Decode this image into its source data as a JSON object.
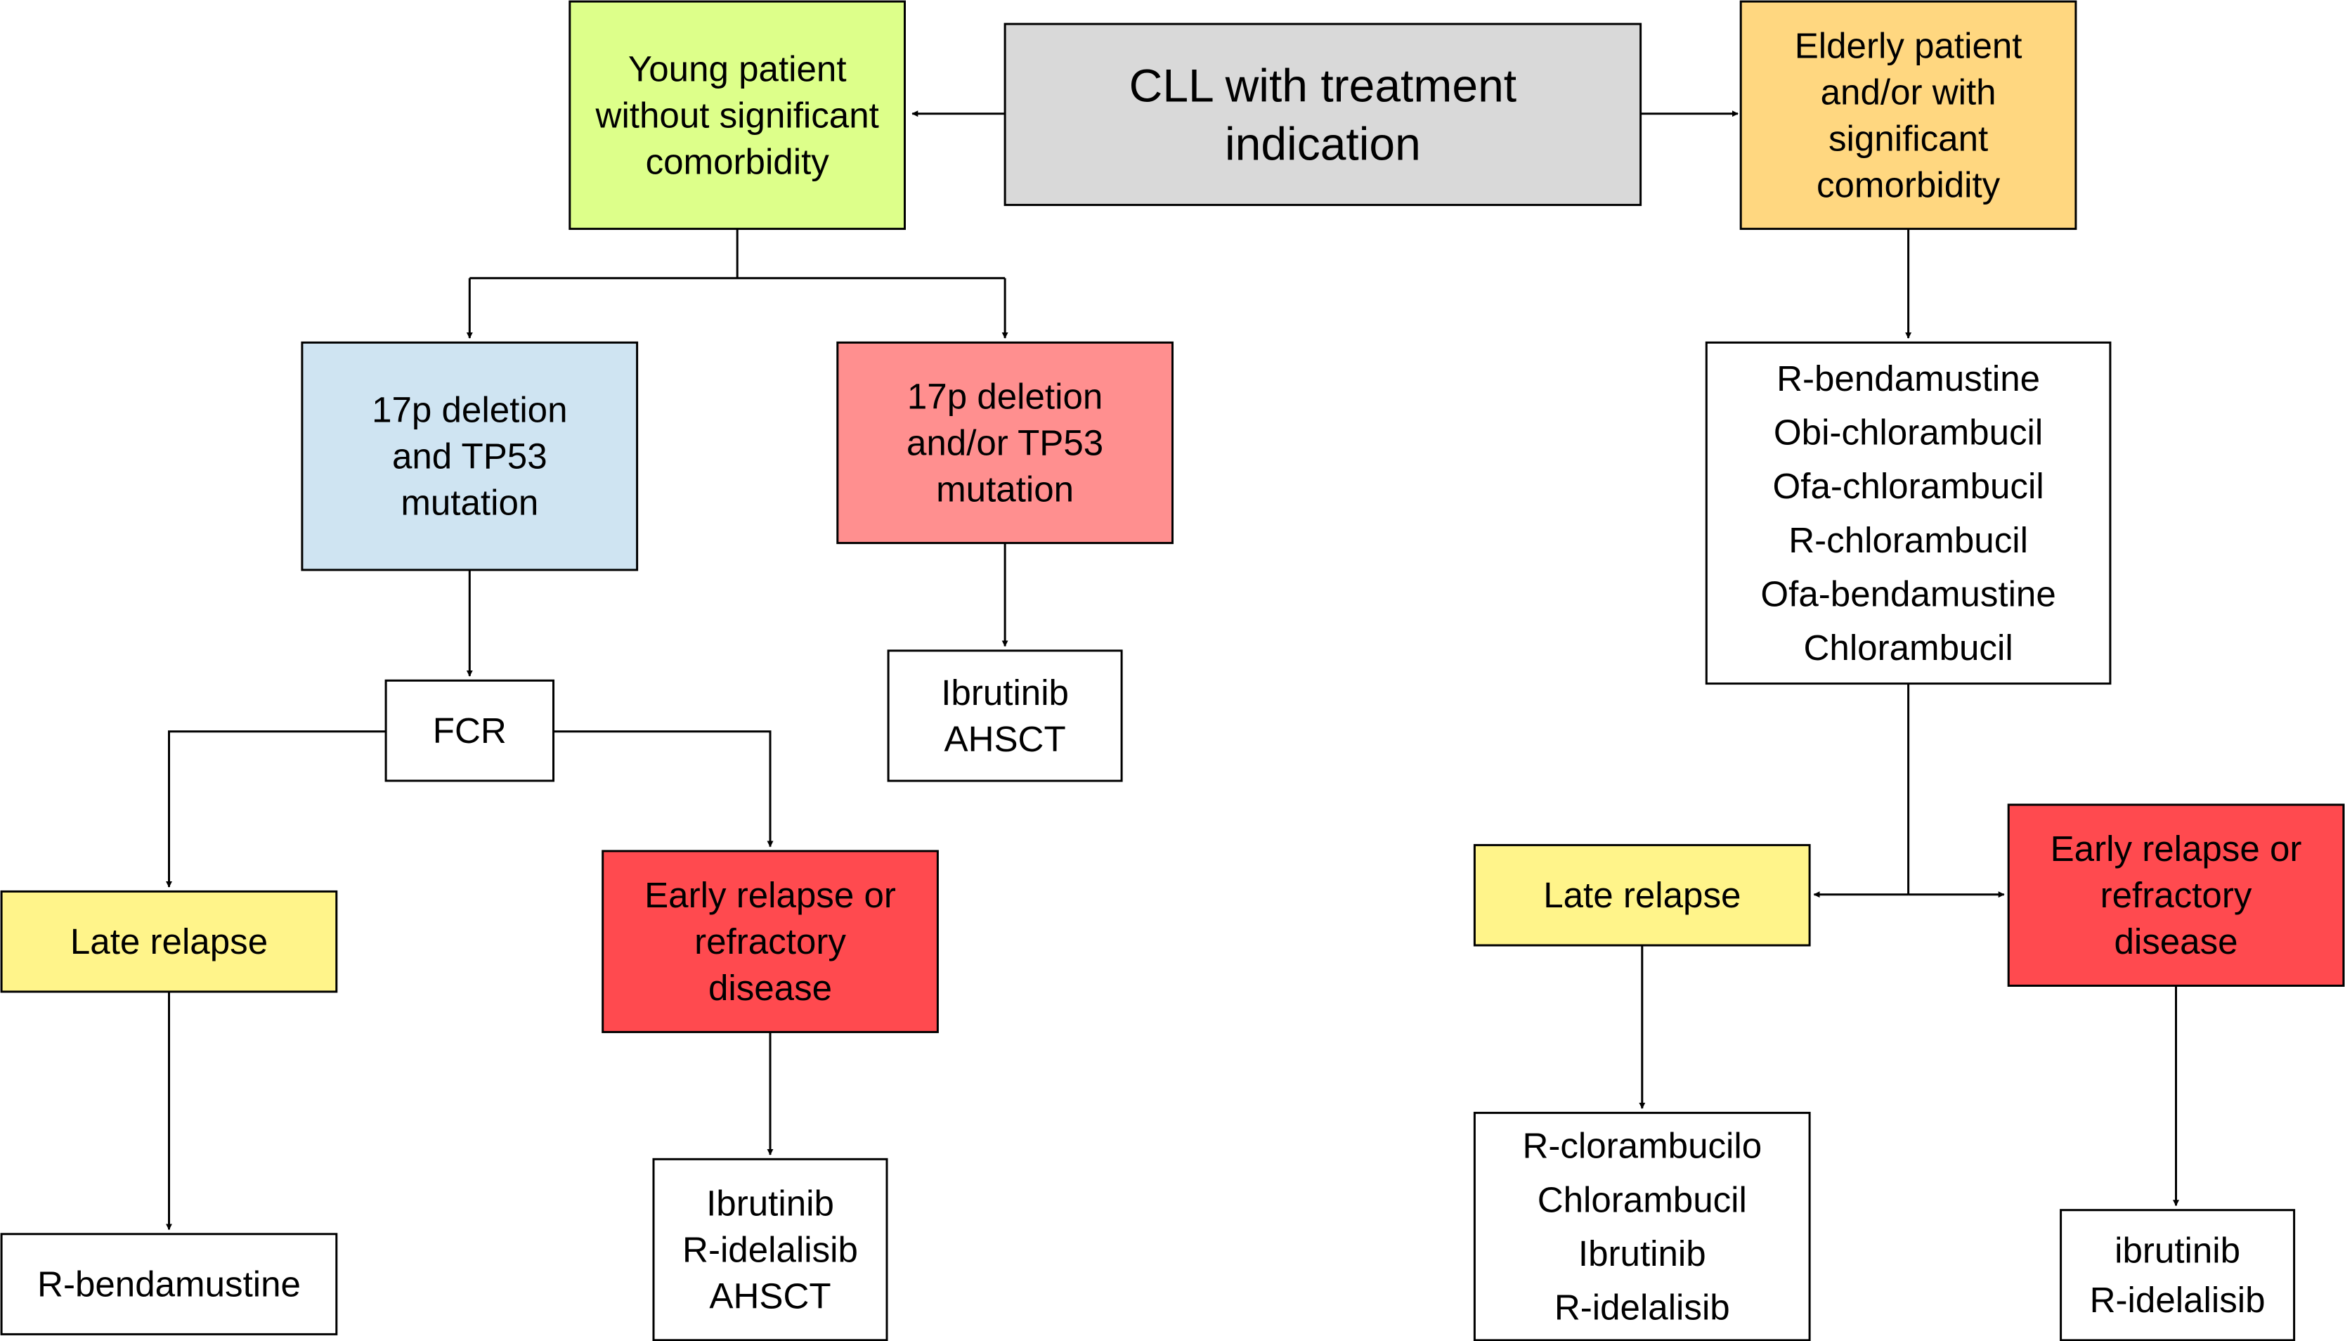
{
  "colors": {
    "root": "#d9d9d9",
    "young": "#ddff8a",
    "elderly": "#ffd780",
    "del17p_and": "#cfe4f2",
    "del17p_or": "#ff8f8f",
    "late_relapse": "#fff48a",
    "early_relapse": "#ff4a4f",
    "plain": "#ffffff",
    "line": "#000000"
  },
  "nodes": {
    "root": [
      "CLL with treatment",
      "indication"
    ],
    "young": [
      "Young patient",
      "without significant",
      "comorbidity"
    ],
    "elderly": [
      "Elderly patient",
      "and/or with",
      "significant",
      "comorbidity"
    ],
    "del17p_and_tp53": [
      "17p deletion",
      "and TP53",
      "mutation"
    ],
    "del17p_or_tp53": [
      "17p deletion",
      "and/or TP53",
      "mutation"
    ],
    "fcr": [
      "FCR"
    ],
    "ibrutinib_ahsct": [
      "Ibrutinib",
      "AHSCT"
    ],
    "elderly_regimens": [
      "R-bendamustine",
      "Obi-chlorambucil",
      "Ofa-chlorambucil",
      "R-chlorambucil",
      "Ofa-bendamustine",
      "Chlorambucil"
    ],
    "late_relapse_left": [
      "Late relapse"
    ],
    "early_relapse_left": [
      "Early relapse or",
      "refractory",
      "disease"
    ],
    "late_relapse_right": [
      "Late relapse"
    ],
    "early_relapse_right": [
      "Early relapse or",
      "refractory",
      "disease"
    ],
    "r_bendamustine": [
      "R-bendamustine"
    ],
    "ibrutinib_idelalisib_ahsct": [
      "Ibrutinib",
      "R-idelalisib",
      "AHSCT"
    ],
    "right_late_treatments": [
      "R-clorambucilo",
      "Chlorambucil",
      "Ibrutinib",
      "R-idelalisib"
    ],
    "right_early_treatments": [
      "ibrutinib",
      "R-idelalisib"
    ]
  }
}
